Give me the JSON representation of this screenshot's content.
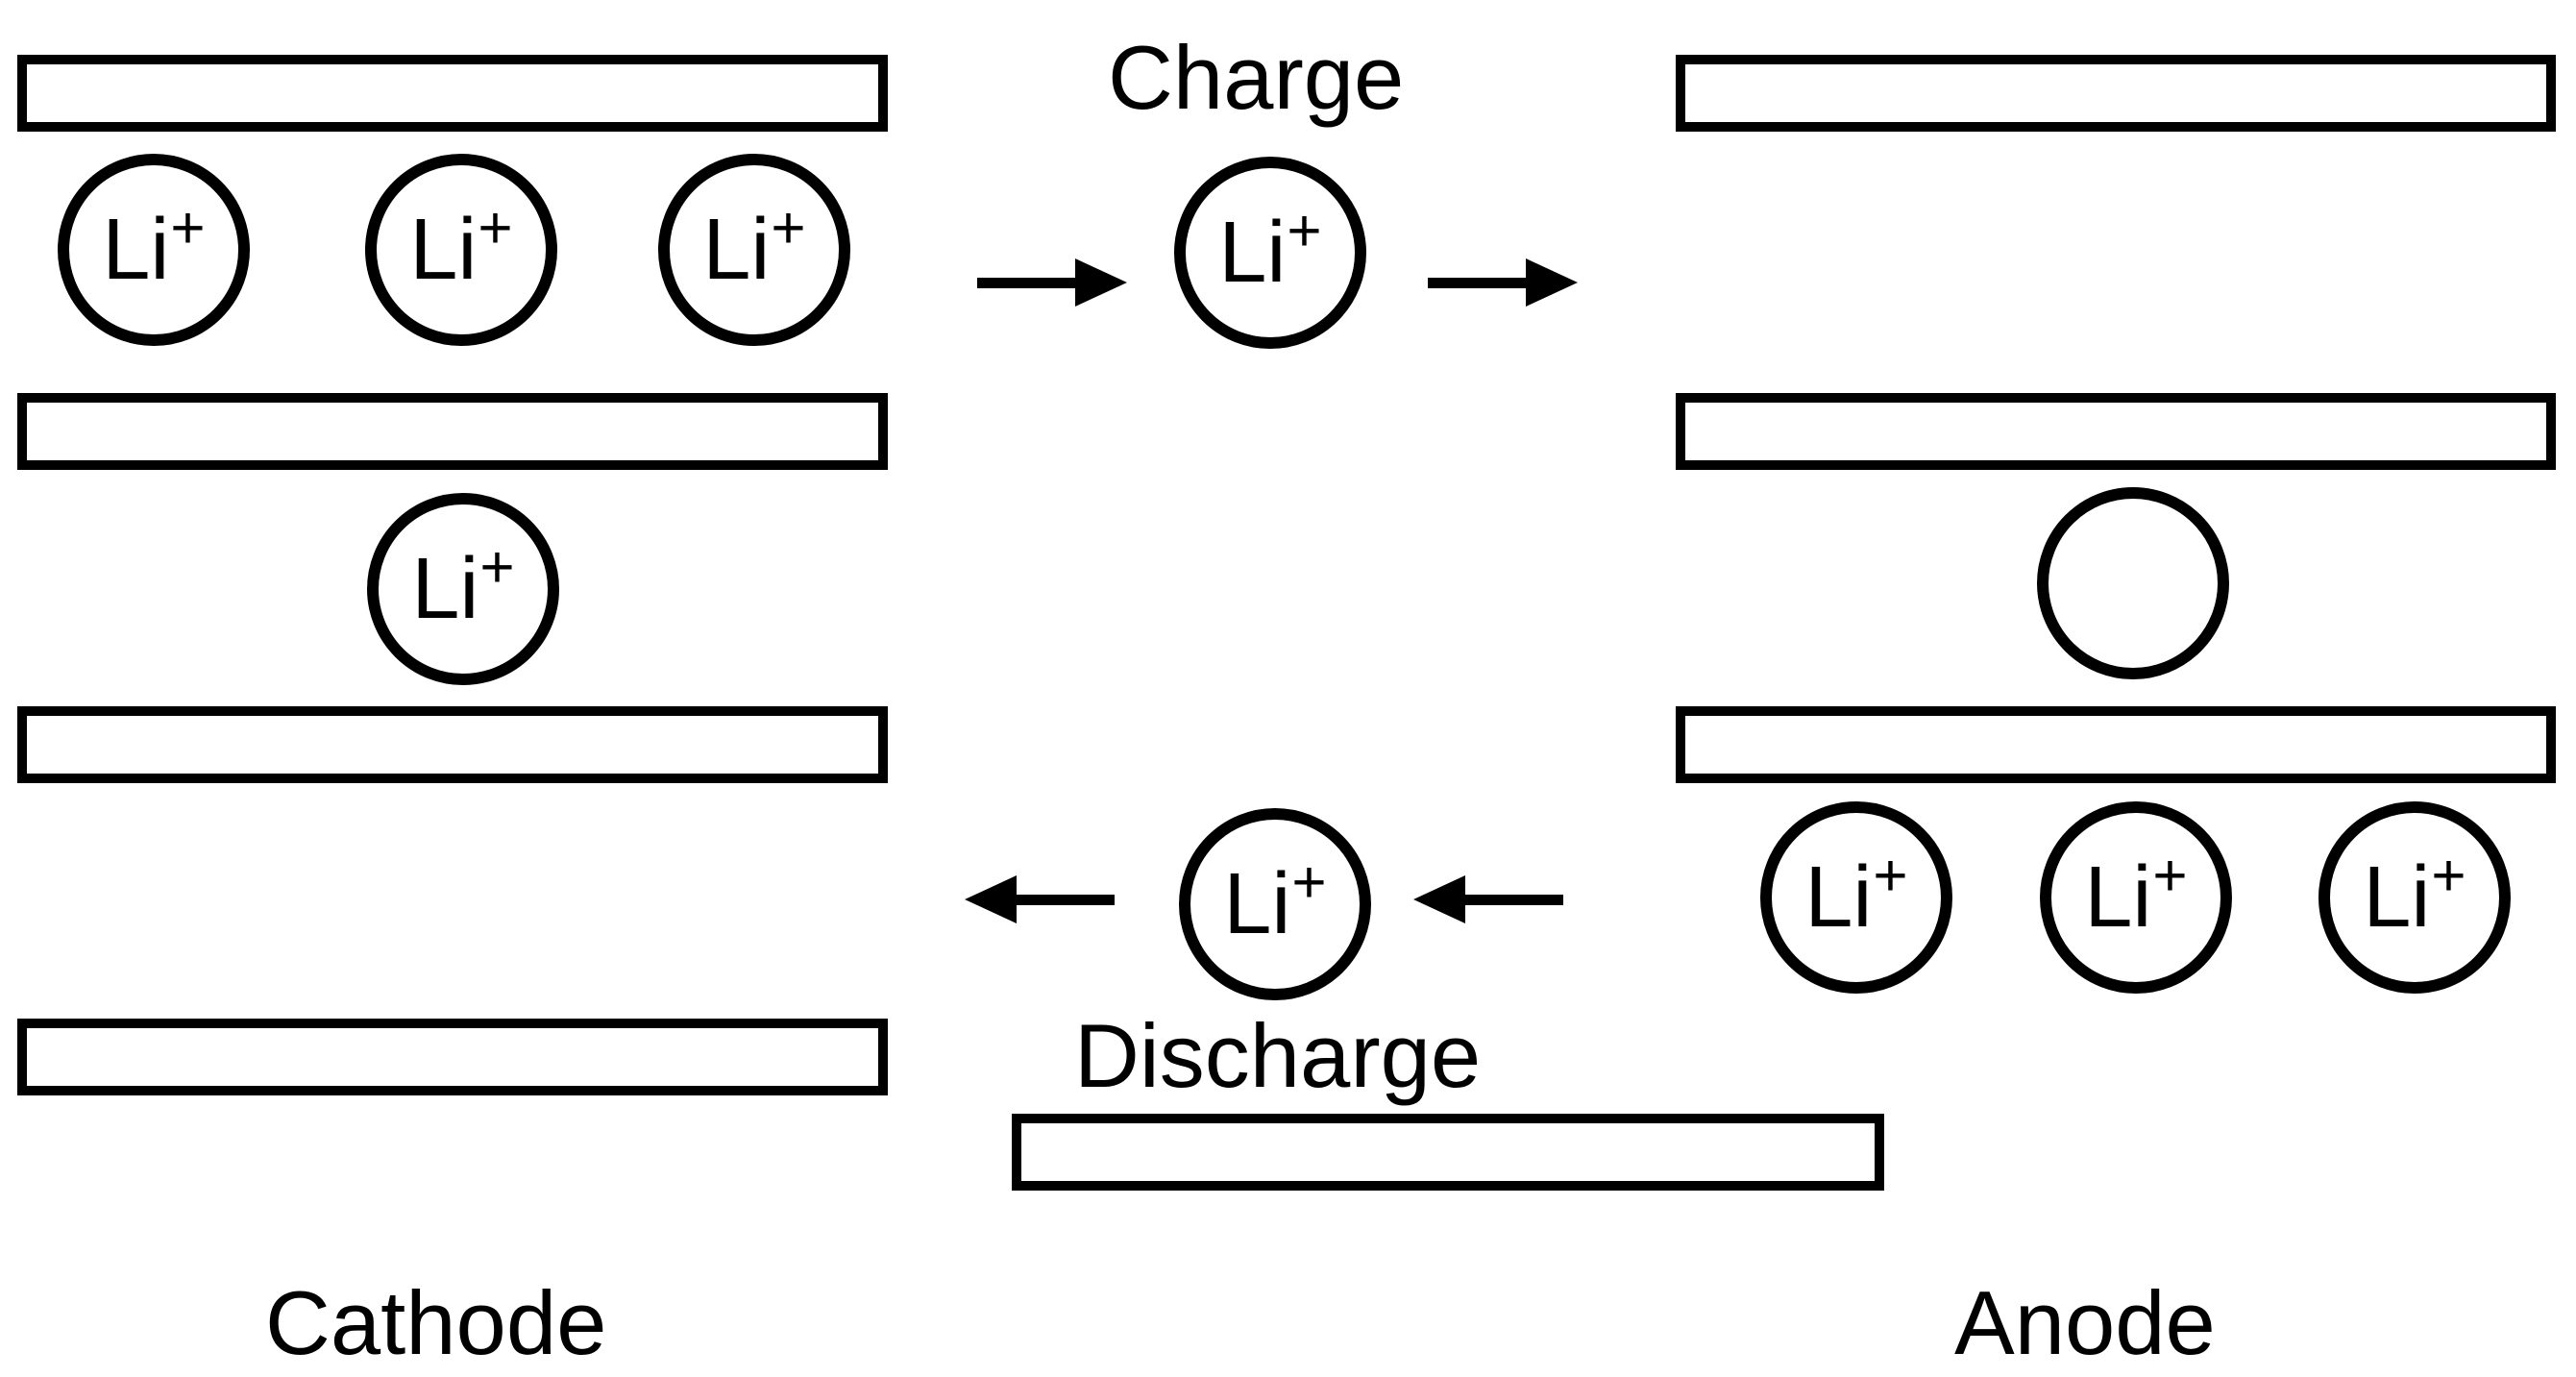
{
  "diagram": {
    "charge_label": "Charge",
    "discharge_label": "Discharge",
    "cathode_label": "Cathode",
    "anode_label": "Anode",
    "ion": {
      "symbol": "Li",
      "charge": "+"
    },
    "colors": {
      "stroke": "#000000",
      "background": "#ffffff"
    }
  }
}
